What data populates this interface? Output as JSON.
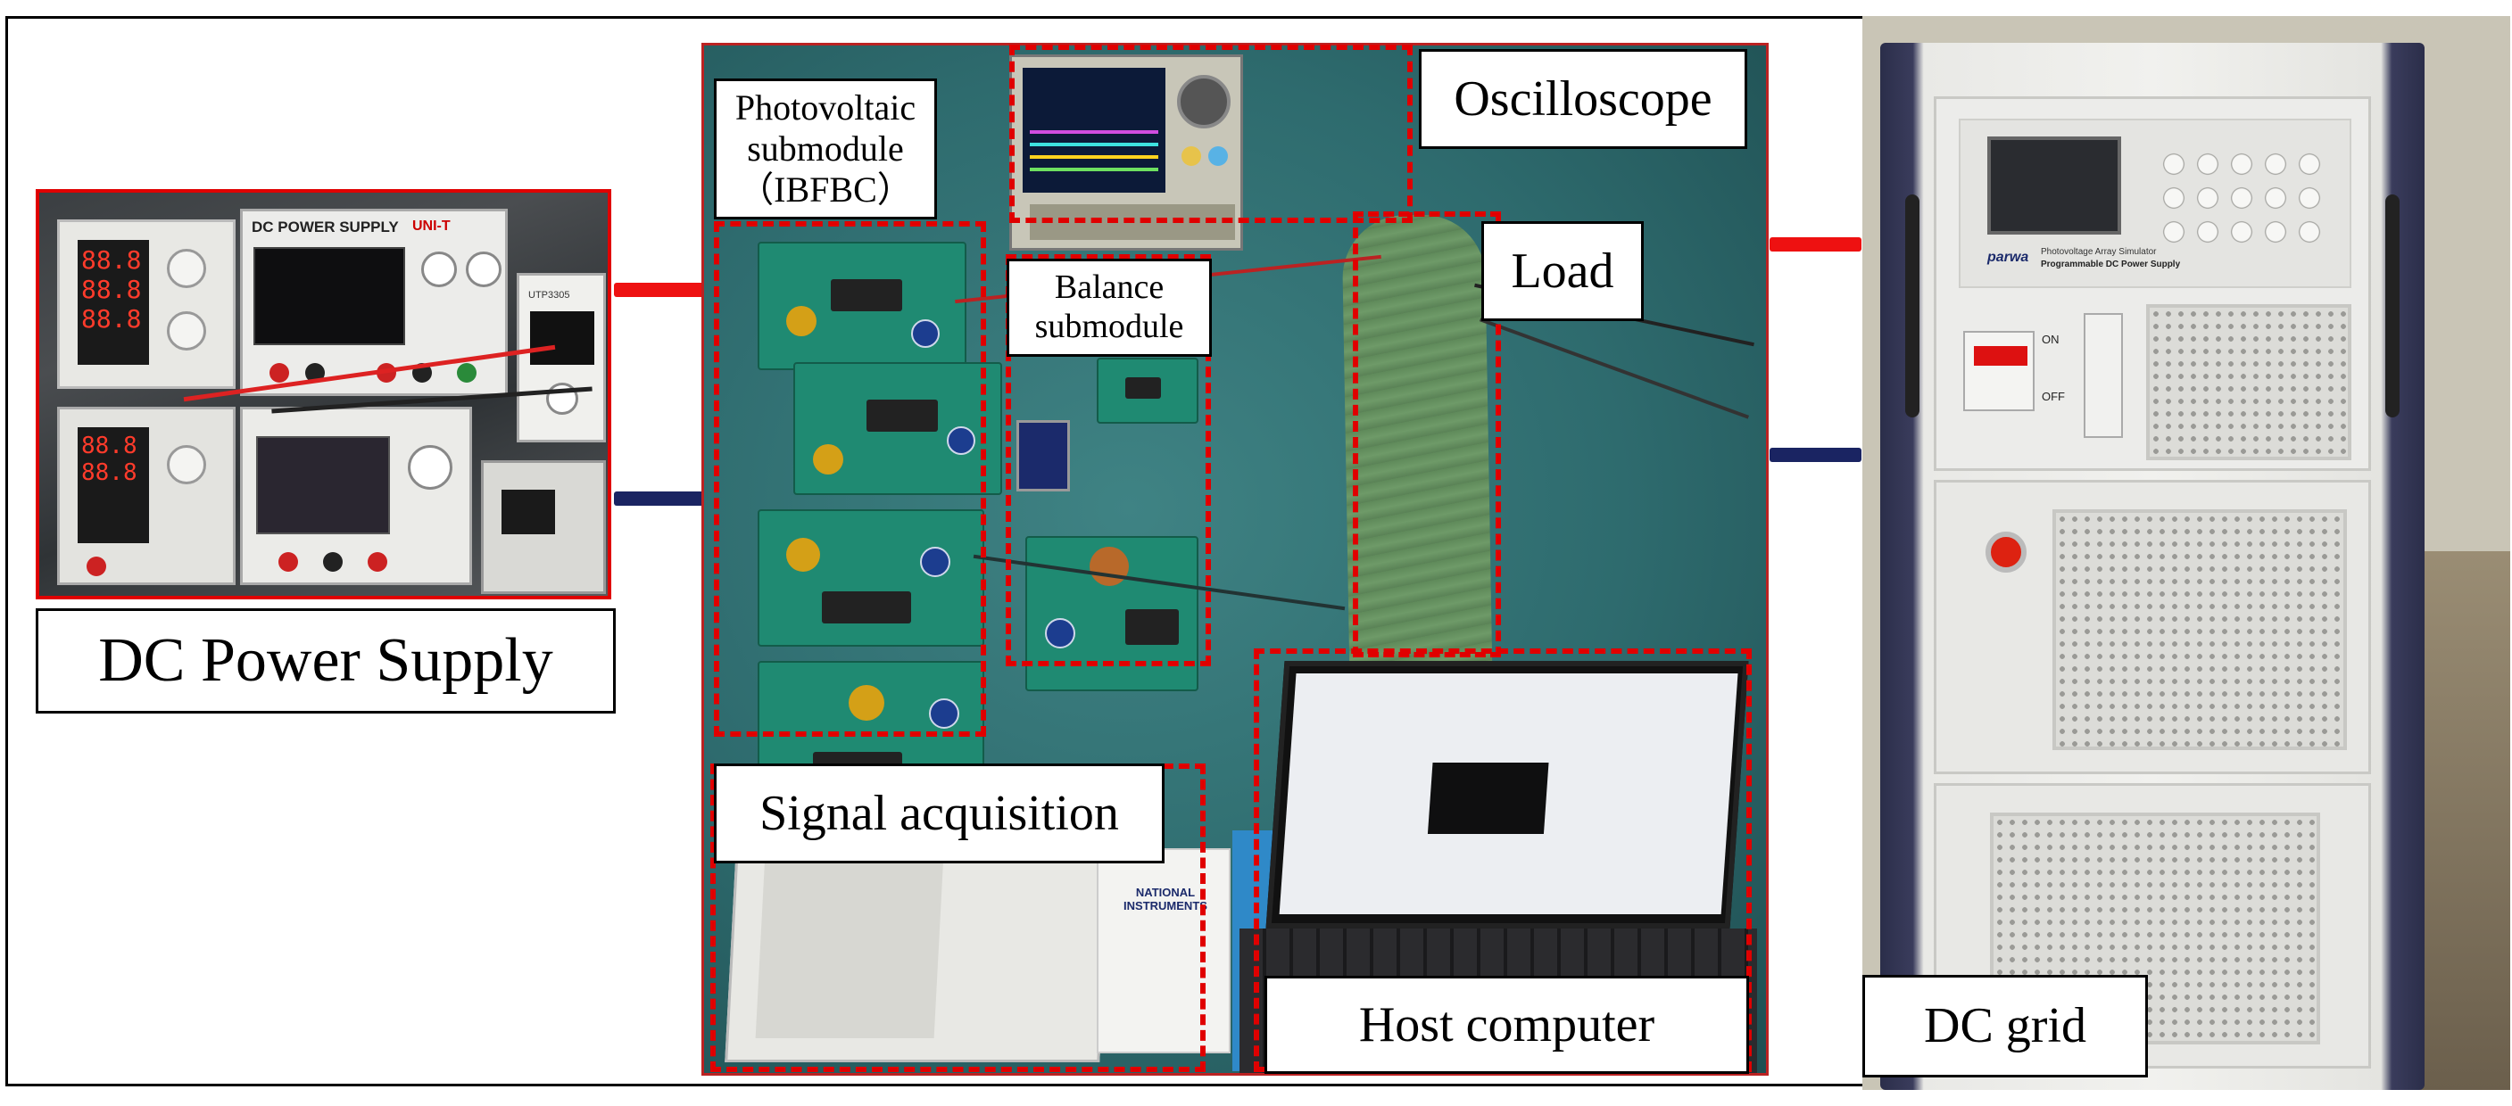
{
  "labels": {
    "dc_power_supply": "DC Power Supply",
    "photovoltaic_submodule": "Photovoltaic submodule （IBFBC）",
    "oscilloscope": "Oscilloscope",
    "balance_submodule": "Balance submodule",
    "load": "Load",
    "signal_acquisition": "Signal acquisition",
    "host_computer": "Host computer",
    "dc_grid": "DC grid"
  },
  "photo_text": {
    "psu_brand": "UNI-T",
    "psu_title": "DC POWER SUPPLY",
    "psu_model": "UTP3305",
    "daq_brand": "NATIONAL INSTRUMENTS",
    "grid_brand": "parwa",
    "grid_line1": "Photovoltage Array Simulator",
    "grid_line2": "Programmable DC Power Supply",
    "switch_on": "ON",
    "switch_off": "OFF"
  },
  "colors": {
    "connector_positive": "#ee1111",
    "connector_negative": "#1a2462",
    "dashed_box": "#e00000"
  }
}
